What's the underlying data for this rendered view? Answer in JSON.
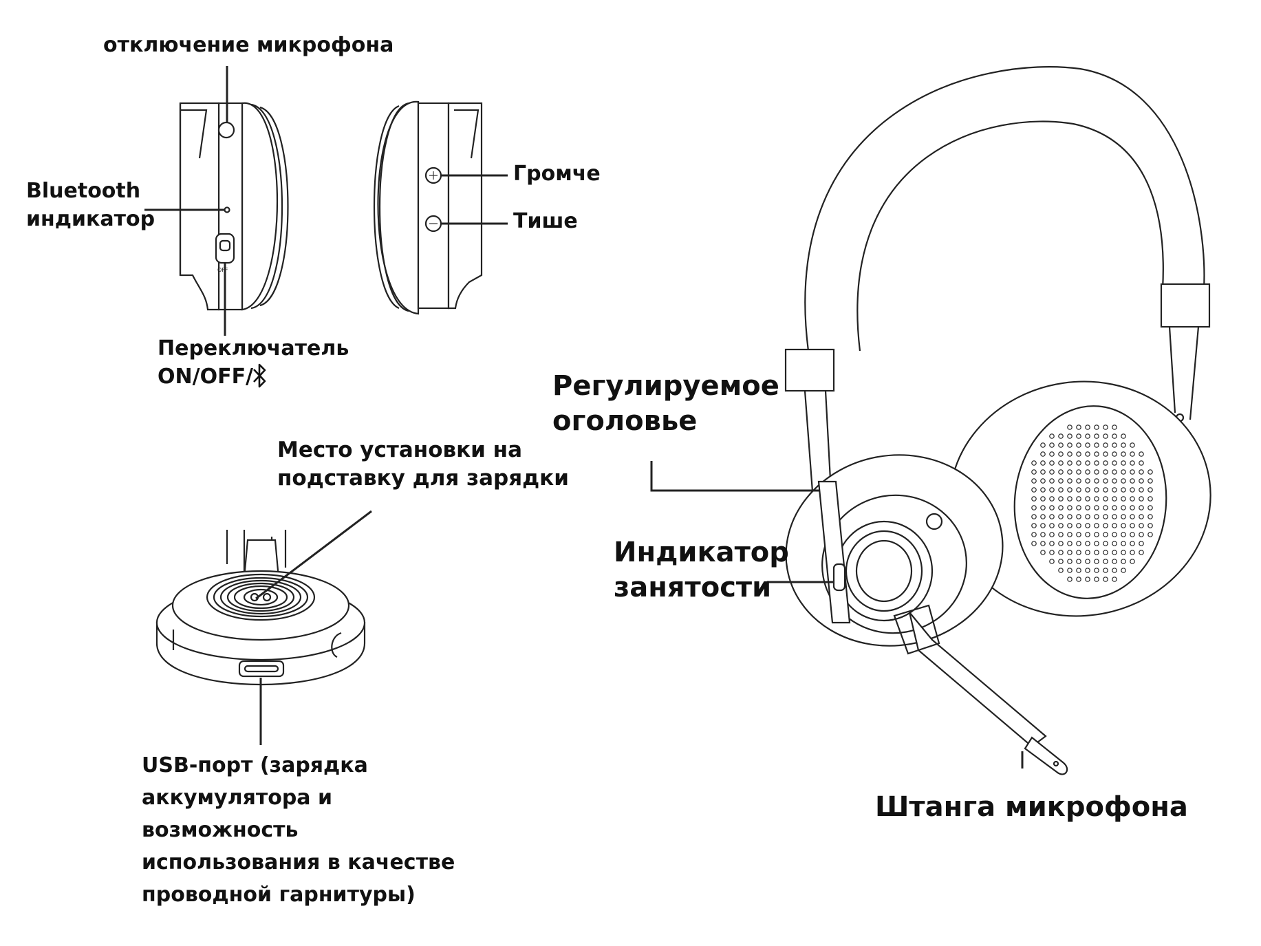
{
  "labels": {
    "mic_mute": "отключение микрофона",
    "bluetooth_indicator": "Bluetooth\nиндикатор",
    "power_switch": "Переключатель\nON/OFF/",
    "volume_up": "Громче",
    "volume_down": "Тише",
    "charging_mount": "Место установки на\nподставку для зарядки",
    "usb_port": "USB-порт (зарядка\nаккумулятора и\nвозможность\nиспользования в качестве\nпроводной гарнитуры)",
    "headband": "Регулируемое\nоголовье",
    "busy_indicator": "Индикатор\nзанятости",
    "mic_boom": "Штанга микрофона",
    "switch_off_marking": "OFF"
  },
  "icons": {
    "power_switch_suffix": "bluetooth-icon"
  },
  "colors": {
    "line": "#222222",
    "text": "#111111",
    "background": "#ffffff"
  }
}
